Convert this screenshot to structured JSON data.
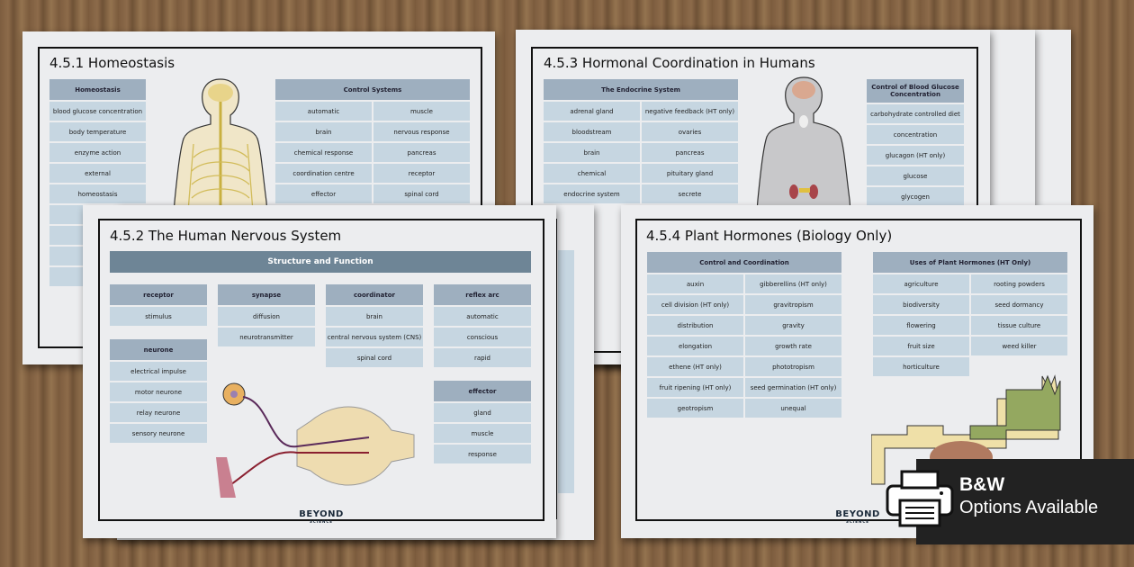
{
  "sheet1": {
    "title": "4.5.1 Homeostasis",
    "left": {
      "header": "Homeostasis",
      "cells": [
        "blood glucose concentration",
        "body temperature",
        "enzyme action",
        "external",
        "homeostasis",
        "",
        "",
        "",
        ""
      ]
    },
    "right": {
      "header": "Control Systems",
      "cells": [
        "automatic",
        "muscle",
        "brain",
        "nervous response",
        "chemical response",
        "pancreas",
        "coordination centre",
        "receptor",
        "effector",
        "spinal cord"
      ]
    }
  },
  "sheet3": {
    "title": "4.5.3 Hormonal Coordination in Humans",
    "left": {
      "header": "The Endocrine System",
      "cells": [
        "adrenal gland",
        "negative feedback (HT only)",
        "bloodstream",
        "ovaries",
        "brain",
        "pancreas",
        "chemical",
        "pituitary gland",
        "endocrine system",
        "secrete"
      ]
    },
    "right": {
      "header": "Control of Blood Glucose Concentration",
      "cells": [
        "carbohydrate controlled diet",
        "concentration",
        "glucagon (HT only)",
        "glucose",
        "glycogen"
      ]
    }
  },
  "sheet2": {
    "title": "4.5.2 The Human Nervous System",
    "banner": "Structure and Function",
    "groups": [
      {
        "header": "receptor",
        "cells": [
          "stimulus"
        ]
      },
      {
        "header": "synapse",
        "cells": [
          "diffusion",
          "neurotransmitter"
        ]
      },
      {
        "header": "coordinator",
        "cells": [
          "brain",
          "central nervous system (CNS)",
          "spinal cord"
        ]
      },
      {
        "header": "reflex arc",
        "cells": [
          "automatic",
          "conscious",
          "rapid"
        ]
      },
      {
        "header": "neurone",
        "cells": [
          "electrical impulse",
          "motor neurone",
          "relay neurone",
          "sensory neurone"
        ]
      },
      {
        "header": "effector",
        "cells": [
          "gland",
          "muscle",
          "response"
        ]
      }
    ]
  },
  "sheet4": {
    "title": "4.5.4 Plant Hormones (Biology Only)",
    "left": {
      "header": "Control and Coordination",
      "cells": [
        "auxin",
        "gibberellins (HT only)",
        "cell division (HT only)",
        "gravitropism",
        "distribution",
        "gravity",
        "elongation",
        "growth rate",
        "ethene (HT only)",
        "phototropism",
        "fruit ripening (HT only)",
        "seed germination (HT only)",
        "geotropism",
        "unequal"
      ]
    },
    "right": {
      "header": "Uses of Plant Hormones (HT Only)",
      "cells": [
        "agriculture",
        "rooting powders",
        "biodiversity",
        "seed dormancy",
        "flowering",
        "tissue culture",
        "fruit size",
        "weed killer",
        "horticulture"
      ]
    }
  },
  "logo": {
    "name": "BEYOND",
    "sub": "SCIENCE"
  },
  "badge": {
    "line1": "B&W",
    "line2": "Options Available",
    "icon": "printer-icon"
  },
  "colors": {
    "header": "#9eafbf",
    "cell": "#c6d6e1",
    "banner": "#6e8596",
    "badge": "#222222"
  }
}
